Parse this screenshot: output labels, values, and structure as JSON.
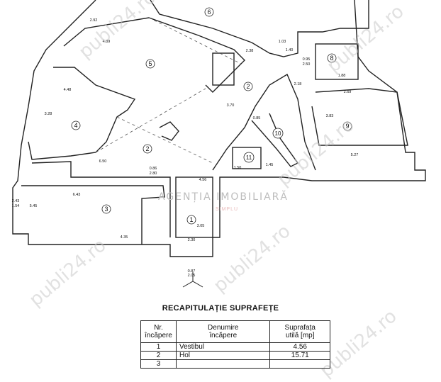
{
  "plan": {
    "rooms": [
      {
        "id": "1",
        "label": "1"
      },
      {
        "id": "2a",
        "label": "2"
      },
      {
        "id": "2b",
        "label": "2"
      },
      {
        "id": "3",
        "label": "3"
      },
      {
        "id": "4",
        "label": "4"
      },
      {
        "id": "5",
        "label": "5"
      },
      {
        "id": "6",
        "label": "6"
      },
      {
        "id": "8",
        "label": "8"
      },
      {
        "id": "9",
        "label": "9"
      },
      {
        "id": "10",
        "label": "10"
      },
      {
        "id": "11",
        "label": "11"
      }
    ],
    "dimensions": [
      "4.56",
      "1.50",
      "2.80",
      "0.86",
      "6.43",
      "5.45",
      "1.54",
      "2.43",
      "4.35",
      "2.30",
      "3.05",
      "0.87",
      "2.05",
      "2.92",
      "6.50",
      "3.28",
      "4.89",
      "4.48",
      "2.38",
      "1.03",
      "1.40",
      "2.18",
      "1.88",
      "2.69",
      "5.27",
      "3.83",
      "0.95",
      "2.50",
      "3.70",
      "0.85",
      "1.45"
    ]
  },
  "watermark": {
    "site": "publi24.ro",
    "agency": "AGENȚIA IMOBILIARĂ",
    "agency_sub": "SIMPLU"
  },
  "recap": {
    "title": "RECAPITULAȚIE SUPRAFEȚE",
    "headers": {
      "nr": "Nr.\nîncăpere",
      "name": "Denumire\nîncăpere",
      "area": "Suprafața\nutilă [mp]"
    },
    "rows": [
      {
        "nr": "1",
        "name": "Vestibul",
        "area": "4.56"
      },
      {
        "nr": "2",
        "name": "Hol",
        "area": "15.71"
      },
      {
        "nr": "3",
        "name": "",
        "area": ""
      }
    ]
  }
}
